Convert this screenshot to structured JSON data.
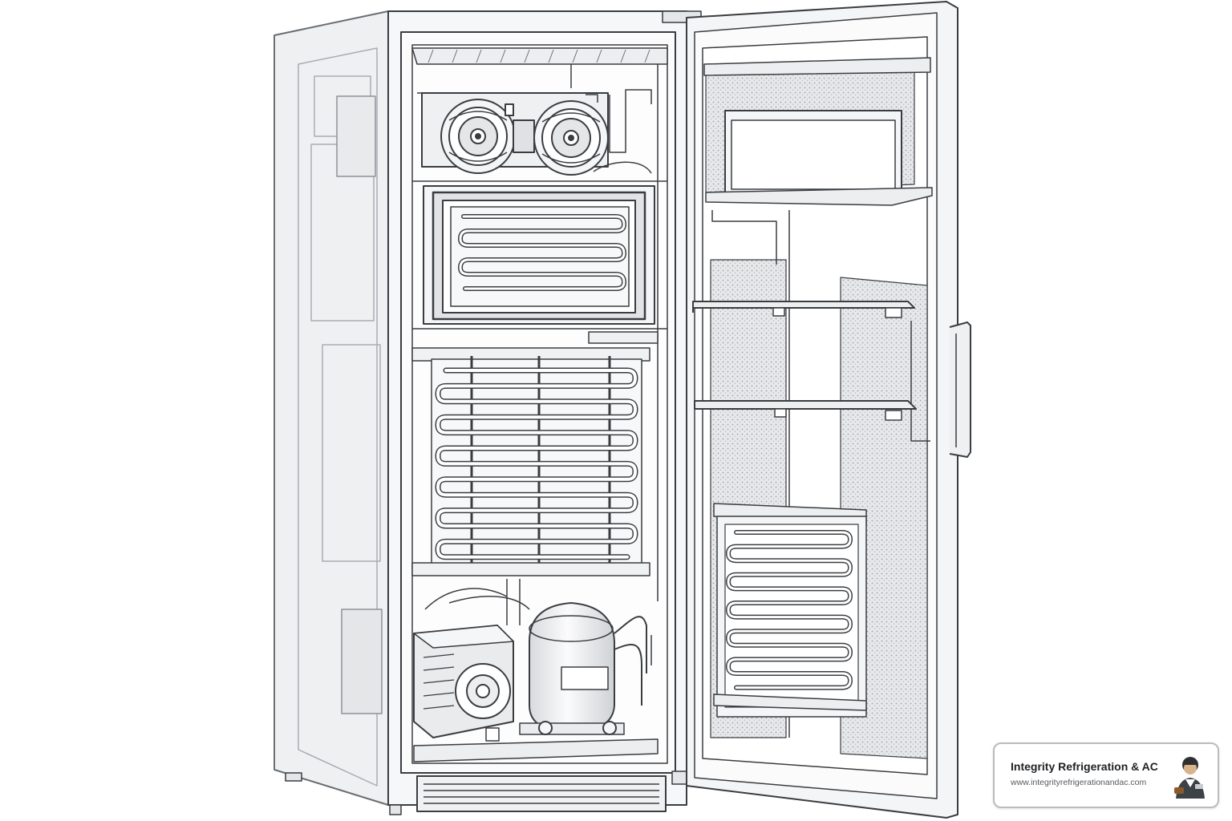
{
  "brand": {
    "name": "Integrity Refrigeration & AC",
    "url": "www.integrityrefrigerationandac.com"
  },
  "colors": {
    "line": "#3a3d40",
    "cabinet_fill": "#f3f4f6",
    "interior_fill": "#fbfbfc",
    "insulation": "#d4d7da",
    "badge_border": "#b9bcbf"
  },
  "icons": {
    "fan_units": 2,
    "evaporator_rows": 13,
    "door_coil_rows": 12
  }
}
